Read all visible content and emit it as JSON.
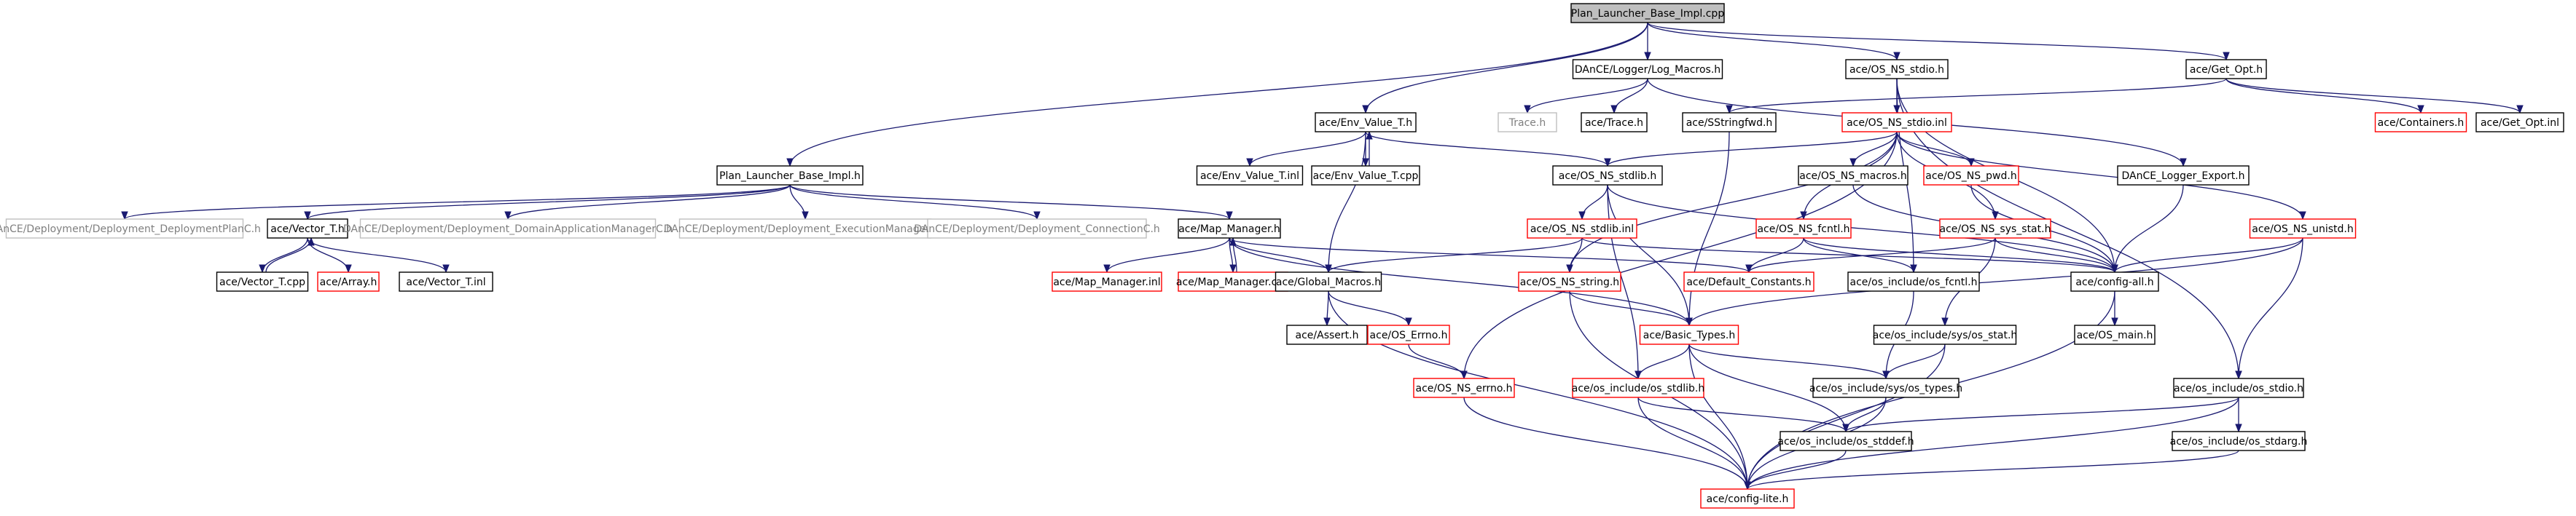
{
  "colors": {
    "edge": "#191970",
    "root_fill": "#bfbfbf",
    "normal_border": "#000000",
    "truncated_border": "#ff0000",
    "external_border": "#bfbfbf",
    "external_text": "#7f7f7f"
  },
  "nodes": [
    {
      "id": "root",
      "label": "Plan_Launcher_Base_Impl.cpp",
      "style": "root"
    },
    {
      "id": "lplbi",
      "label": "Plan_Launcher_Base_Impl.h",
      "style": "normal"
    },
    {
      "id": "evt_h",
      "label": "ace/Env_Value_T.h",
      "style": "normal"
    },
    {
      "id": "logm",
      "label": "DAnCE/Logger/Log_Macros.h",
      "style": "normal"
    },
    {
      "id": "osstdio_h",
      "label": "ace/OS_NS_stdio.h",
      "style": "normal"
    },
    {
      "id": "getopt_h",
      "label": "ace/Get_Opt.h",
      "style": "normal"
    },
    {
      "id": "trace1",
      "label": "Trace.h",
      "style": "external"
    },
    {
      "id": "trace2",
      "label": "ace/Trace.h",
      "style": "normal"
    },
    {
      "id": "sstr",
      "label": "ace/SStringfwd.h",
      "style": "normal"
    },
    {
      "id": "osstdio_inl",
      "label": "ace/OS_NS_stdio.inl",
      "style": "truncated"
    },
    {
      "id": "containers",
      "label": "ace/Containers.h",
      "style": "truncated"
    },
    {
      "id": "getopt_inl",
      "label": "ace/Get_Opt.inl",
      "style": "normal"
    },
    {
      "id": "evt_inl",
      "label": "ace/Env_Value_T.inl",
      "style": "normal"
    },
    {
      "id": "evt_cpp",
      "label": "ace/Env_Value_T.cpp",
      "style": "normal"
    },
    {
      "id": "osstdlib_h",
      "label": "ace/OS_NS_stdlib.h",
      "style": "normal"
    },
    {
      "id": "osmacros",
      "label": "ace/OS_NS_macros.h",
      "style": "normal"
    },
    {
      "id": "ospwd",
      "label": "ace/OS_NS_pwd.h",
      "style": "truncated"
    },
    {
      "id": "dlexp",
      "label": "DAnCE_Logger_Export.h",
      "style": "normal"
    },
    {
      "id": "deplan",
      "label": "DAnCE/Deployment/Deployment_DeploymentPlanC.h",
      "style": "external"
    },
    {
      "id": "vect_h",
      "label": "ace/Vector_T.h",
      "style": "normal"
    },
    {
      "id": "dapm",
      "label": "DAnCE/Deployment/Deployment_DomainApplicationManagerC.h",
      "style": "external"
    },
    {
      "id": "dexec",
      "label": "DAnCE/Deployment/Deployment_ExecutionManagerC.h",
      "style": "external"
    },
    {
      "id": "dconn",
      "label": "DAnCE/Deployment/Deployment_ConnectionC.h",
      "style": "external"
    },
    {
      "id": "mapm_h",
      "label": "ace/Map_Manager.h",
      "style": "normal"
    },
    {
      "id": "osstdlib_inl",
      "label": "ace/OS_NS_stdlib.inl",
      "style": "truncated"
    },
    {
      "id": "osfcntl",
      "label": "ace/OS_NS_fcntl.h",
      "style": "truncated"
    },
    {
      "id": "ossysstat",
      "label": "ace/OS_NS_sys_stat.h",
      "style": "truncated"
    },
    {
      "id": "osunistd",
      "label": "ace/OS_NS_unistd.h",
      "style": "truncated"
    },
    {
      "id": "vect_cpp",
      "label": "ace/Vector_T.cpp",
      "style": "normal"
    },
    {
      "id": "array",
      "label": "ace/Array.h",
      "style": "truncated"
    },
    {
      "id": "vect_inl",
      "label": "ace/Vector_T.inl",
      "style": "normal"
    },
    {
      "id": "mapm_inl",
      "label": "ace/Map_Manager.inl",
      "style": "truncated"
    },
    {
      "id": "mapm_cpp",
      "label": "ace/Map_Manager.cpp",
      "style": "truncated"
    },
    {
      "id": "globm",
      "label": "ace/Global_Macros.h",
      "style": "normal"
    },
    {
      "id": "osstring",
      "label": "ace/OS_NS_string.h",
      "style": "truncated"
    },
    {
      "id": "defconst",
      "label": "ace/Default_Constants.h",
      "style": "truncated"
    },
    {
      "id": "osinc_fcntl",
      "label": "ace/os_include/os_fcntl.h",
      "style": "normal"
    },
    {
      "id": "configall",
      "label": "ace/config-all.h",
      "style": "normal"
    },
    {
      "id": "assert",
      "label": "ace/Assert.h",
      "style": "normal"
    },
    {
      "id": "oserrno",
      "label": "ace/OS_Errno.h",
      "style": "truncated"
    },
    {
      "id": "basictypes",
      "label": "ace/Basic_Types.h",
      "style": "truncated"
    },
    {
      "id": "sysstat",
      "label": "ace/os_include/sys/os_stat.h",
      "style": "normal"
    },
    {
      "id": "osmain",
      "label": "ace/OS_main.h",
      "style": "normal"
    },
    {
      "id": "osnserrno",
      "label": "ace/OS_NS_errno.h",
      "style": "truncated"
    },
    {
      "id": "osinc_stdlib",
      "label": "ace/os_include/os_stdlib.h",
      "style": "truncated"
    },
    {
      "id": "systypes",
      "label": "ace/os_include/sys/os_types.h",
      "style": "normal"
    },
    {
      "id": "osinc_stdio",
      "label": "ace/os_include/os_stdio.h",
      "style": "normal"
    },
    {
      "id": "stddef",
      "label": "ace/os_include/os_stddef.h",
      "style": "normal"
    },
    {
      "id": "stdarg",
      "label": "ace/os_include/os_stdarg.h",
      "style": "normal"
    },
    {
      "id": "configlite",
      "label": "ace/config-lite.h",
      "style": "truncated"
    }
  ],
  "edges": [
    [
      "root",
      "lplbi"
    ],
    [
      "root",
      "evt_h"
    ],
    [
      "root",
      "logm"
    ],
    [
      "root",
      "osstdio_h"
    ],
    [
      "root",
      "getopt_h"
    ],
    [
      "logm",
      "trace1"
    ],
    [
      "logm",
      "trace2"
    ],
    [
      "logm",
      "dlexp"
    ],
    [
      "osstdio_h",
      "osstdio_inl"
    ],
    [
      "osstdio_h",
      "osinc_stdio"
    ],
    [
      "osstdio_h",
      "osinc_fcntl"
    ],
    [
      "osstdio_h",
      "configall"
    ],
    [
      "getopt_h",
      "sstr"
    ],
    [
      "getopt_h",
      "containers"
    ],
    [
      "getopt_h",
      "getopt_inl"
    ],
    [
      "evt_h",
      "evt_inl"
    ],
    [
      "evt_h",
      "evt_cpp"
    ],
    [
      "evt_cpp",
      "evt_h"
    ],
    [
      "evt_h",
      "osstdlib_h"
    ],
    [
      "evt_h",
      "globm"
    ],
    [
      "osstdio_inl",
      "osstdlib_h"
    ],
    [
      "osstdio_inl",
      "osmacros"
    ],
    [
      "osstdio_inl",
      "ospwd"
    ],
    [
      "osstdio_inl",
      "osfcntl"
    ],
    [
      "osstdio_inl",
      "ossysstat"
    ],
    [
      "osstdio_inl",
      "osunistd"
    ],
    [
      "osstdio_inl",
      "osstring"
    ],
    [
      "osstdio_inl",
      "osnserrno"
    ],
    [
      "lplbi",
      "deplan"
    ],
    [
      "lplbi",
      "vect_h"
    ],
    [
      "lplbi",
      "dapm"
    ],
    [
      "lplbi",
      "dexec"
    ],
    [
      "lplbi",
      "dconn"
    ],
    [
      "lplbi",
      "mapm_h"
    ],
    [
      "vect_h",
      "vect_cpp"
    ],
    [
      "vect_cpp",
      "vect_h"
    ],
    [
      "vect_h",
      "array"
    ],
    [
      "vect_h",
      "vect_inl"
    ],
    [
      "mapm_h",
      "mapm_inl"
    ],
    [
      "mapm_h",
      "mapm_cpp"
    ],
    [
      "mapm_cpp",
      "mapm_h"
    ],
    [
      "mapm_h",
      "globm"
    ],
    [
      "mapm_h",
      "defconst"
    ],
    [
      "mapm_h",
      "basictypes"
    ],
    [
      "osstdlib_h",
      "osstdlib_inl"
    ],
    [
      "osstdlib_h",
      "basictypes"
    ],
    [
      "osstdlib_h",
      "configall"
    ],
    [
      "osstdlib_h",
      "osinc_stdlib"
    ],
    [
      "osstdlib_inl",
      "osstring"
    ],
    [
      "osstdlib_inl",
      "globm"
    ],
    [
      "osstdlib_inl",
      "configall"
    ],
    [
      "osfcntl",
      "defconst"
    ],
    [
      "osfcntl",
      "osinc_fcntl"
    ],
    [
      "osfcntl",
      "configall"
    ],
    [
      "ossysstat",
      "sysstat"
    ],
    [
      "ossysstat",
      "defconst"
    ],
    [
      "ossysstat",
      "configall"
    ],
    [
      "osunistd",
      "configall"
    ],
    [
      "osunistd",
      "basictypes"
    ],
    [
      "osunistd",
      "osinc_stdio"
    ],
    [
      "osmacros",
      "configall"
    ],
    [
      "ospwd",
      "configall"
    ],
    [
      "dlexp",
      "configall"
    ],
    [
      "sstr",
      "basictypes"
    ],
    [
      "globm",
      "assert"
    ],
    [
      "globm",
      "oserrno"
    ],
    [
      "globm",
      "configlite"
    ],
    [
      "oserrno",
      "osnserrno"
    ],
    [
      "osstring",
      "basictypes"
    ],
    [
      "osstring",
      "configlite"
    ],
    [
      "osinc_fcntl",
      "systypes"
    ],
    [
      "sysstat",
      "systypes"
    ],
    [
      "sysstat",
      "configlite"
    ],
    [
      "configall",
      "osmain"
    ],
    [
      "configall",
      "configlite"
    ],
    [
      "basictypes",
      "osinc_stdlib"
    ],
    [
      "basictypes",
      "systypes"
    ],
    [
      "basictypes",
      "stddef"
    ],
    [
      "basictypes",
      "configlite"
    ],
    [
      "osnserrno",
      "configlite"
    ],
    [
      "osinc_stdlib",
      "stddef"
    ],
    [
      "osinc_stdlib",
      "configlite"
    ],
    [
      "systypes",
      "stddef"
    ],
    [
      "systypes",
      "configlite"
    ],
    [
      "osinc_stdio",
      "stddef"
    ],
    [
      "osinc_stdio",
      "stdarg"
    ],
    [
      "osinc_stdio",
      "configlite"
    ],
    [
      "stddef",
      "configlite"
    ],
    [
      "stdarg",
      "configlite"
    ]
  ]
}
